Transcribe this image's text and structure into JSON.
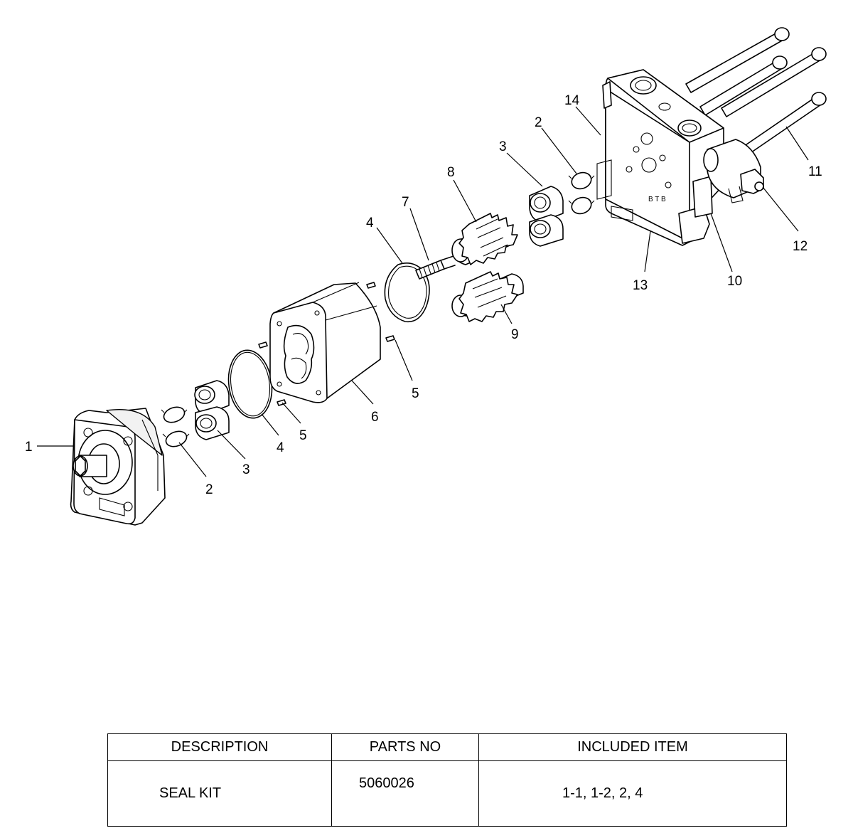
{
  "callouts": [
    {
      "id": "c1",
      "label": "1"
    },
    {
      "id": "c2a",
      "label": "2"
    },
    {
      "id": "c2b",
      "label": "2"
    },
    {
      "id": "c3a",
      "label": "3"
    },
    {
      "id": "c3b",
      "label": "3"
    },
    {
      "id": "c4a",
      "label": "4"
    },
    {
      "id": "c4b",
      "label": "4"
    },
    {
      "id": "c5a",
      "label": "5"
    },
    {
      "id": "c5b",
      "label": "5"
    },
    {
      "id": "c6",
      "label": "6"
    },
    {
      "id": "c7",
      "label": "7"
    },
    {
      "id": "c8",
      "label": "8"
    },
    {
      "id": "c9",
      "label": "9"
    },
    {
      "id": "c10",
      "label": "10"
    },
    {
      "id": "c11",
      "label": "11"
    },
    {
      "id": "c12",
      "label": "12"
    },
    {
      "id": "c13",
      "label": "13"
    },
    {
      "id": "c14",
      "label": "14"
    }
  ],
  "parts_table": {
    "headers": [
      "DESCRIPTION",
      "PARTS NO",
      "INCLUDED ITEM"
    ],
    "rows": [
      {
        "description": "SEAL KIT",
        "parts_no": "5060026",
        "included_item": "1-1, 1-2, 2, 4"
      }
    ]
  }
}
